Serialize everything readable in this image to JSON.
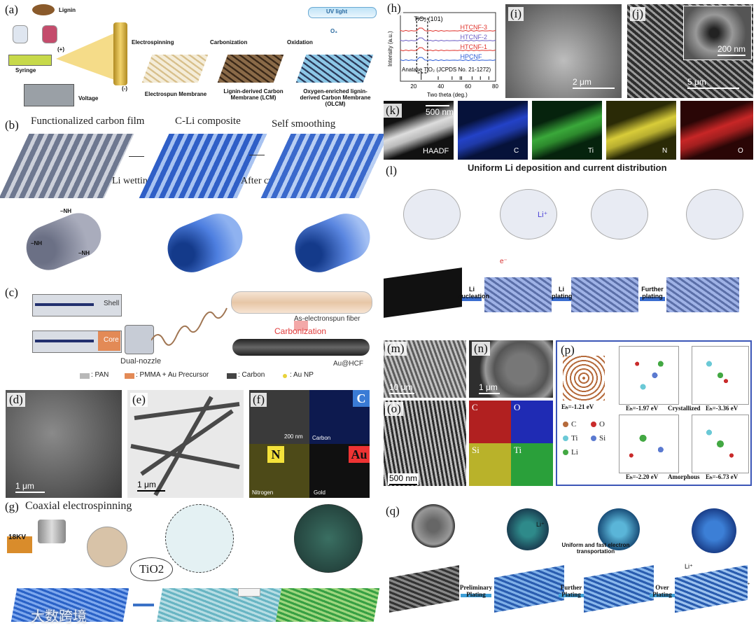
{
  "panels": {
    "a": {
      "label": "(a)",
      "lignin": "Lignin",
      "syringe": "Syringe",
      "voltage": "Voltage",
      "plus": "(+)",
      "minus": "(-)",
      "step_electrospinning": "Electrospinning",
      "step_carbonization": "Carbonization",
      "step_oxidation": "Oxidation",
      "uv": "UV light",
      "o3": "O₃",
      "membrane_1": "Electrospun Membrane",
      "membrane_2": "Lignin-derived Carbon Membrane (LCM)",
      "membrane_3": "Oxygen-enriched lignin-derived Carbon Membrane (OLCM)"
    },
    "b": {
      "label": "(b)",
      "title_1": "Functionalized carbon film",
      "title_2": "C-Li composite",
      "title_3": "Self smoothing",
      "arrow_1": "Li wetting",
      "arrow_2": "After cycling",
      "nh": "–NH"
    },
    "c": {
      "label": "(c)",
      "shell": "Shell",
      "core": "Core",
      "nozzle": "Dual-nozzle",
      "fiber": "As-electronspun fiber",
      "carbonization": "Carbonization",
      "product": "Au@HCF",
      "legend": [
        {
          "color": "#b8b8b8",
          "text": ": PAN"
        },
        {
          "color": "#e38a56",
          "text": ": PMMA + Au Precursor"
        },
        {
          "color": "#444444",
          "text": ": Carbon"
        },
        {
          "color": "#e8d23a",
          "text": ": Au NP"
        }
      ]
    },
    "d": {
      "label": "(d)",
      "scale": "1 μm"
    },
    "e": {
      "label": "(e)",
      "scale": "1 μm"
    },
    "f": {
      "label": "(f)",
      "scale": "200 nm",
      "map_c": "C",
      "map_n": "N",
      "map_au": "Au",
      "cap_carbon": "Carbon",
      "cap_nitrogen": "Nitrogen",
      "cap_gold": "Gold"
    },
    "g": {
      "label": "(g)",
      "title": "Coaxial electrospinning",
      "kv": "18KV",
      "tio2": "TiO2"
    },
    "h": {
      "label": "(h)",
      "peak": "TiO₂ (101)",
      "series": [
        "HTCNF-3",
        "HTCNF-2",
        "HTCNF-1",
        "HPCNF"
      ],
      "series_colors": [
        "#e0322b",
        "#6b5cc4",
        "#e0322b",
        "#2a5bd7"
      ],
      "ref": "Anatase TiO₂ (JCPDS No. 21-1272)",
      "ylabel": "Intensity (a.u.)",
      "xlabel": "Two theta (deg.)",
      "xticks": [
        "20",
        "40",
        "60",
        "80"
      ]
    },
    "i": {
      "label": "(i)",
      "scale": "2 μm"
    },
    "j": {
      "label": "(j)",
      "scale": "5 μm",
      "inset_scale": "200 nm"
    },
    "k": {
      "label": "(k)",
      "scale": "500 nm",
      "haadf": "HAADF",
      "maps": [
        "C",
        "Ti",
        "N",
        "O"
      ]
    },
    "l": {
      "label": "(l)",
      "title": "Uniform Li deposition and current distribution",
      "li": "Li⁺",
      "step_1": "Li nucleation",
      "step_2": "Li plating",
      "step_3": "Further plating",
      "e": "e⁻"
    },
    "m": {
      "label": "(m)",
      "scale": "10 μm"
    },
    "n": {
      "label": "(n)",
      "scale": "1 μm"
    },
    "o": {
      "label": "(o)",
      "scale": "500 nm",
      "maps": [
        "C",
        "O",
        "Si",
        "Ti"
      ]
    },
    "p": {
      "label": "(p)",
      "legend": [
        "C",
        "O",
        "Ti",
        "Si",
        "Li"
      ],
      "crystallized": "Crystallized",
      "amorphous": "Amorphous",
      "energies": [
        "Eₕ=-1.21 eV",
        "Eₕ=-1.97 eV",
        "Eₕ=-3.36 eV",
        "Eₕ=-2.20 eV",
        "Eₕ=-6.73 eV"
      ]
    },
    "q": {
      "label": "(q)",
      "li": "Li⁺",
      "note": "Uniform and fast electron transportation",
      "step_1": "Preliminary Plating",
      "step_2": "Further Plating",
      "step_3": "Over Plating"
    }
  },
  "watermark": "大数跨境"
}
